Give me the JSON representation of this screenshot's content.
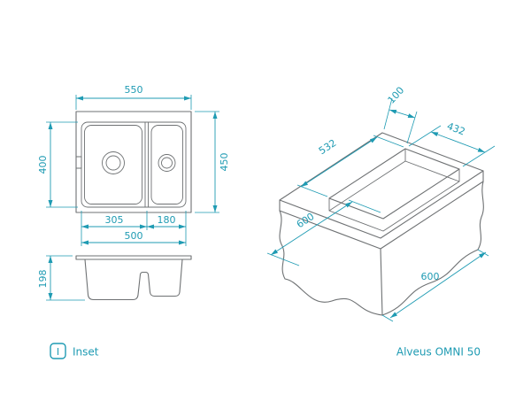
{
  "colors": {
    "accent": "#1f9bb3",
    "line": "#6e7173"
  },
  "top_view": {
    "dim_width": "550",
    "dim_height": "450",
    "dim_inner_height": "400",
    "dim_bowl_left": "305",
    "dim_bowl_right": "180",
    "dim_inner_width": "500"
  },
  "side_view": {
    "dim_depth": "198"
  },
  "iso_view": {
    "dim_cutout_width": "532",
    "dim_edge_offset": "100",
    "dim_cutout_depth": "432",
    "dim_cabinet_width": "600",
    "dim_cabinet_depth": "600"
  },
  "footer": {
    "inset_icon_letter": "I",
    "inset_label": "Inset",
    "product_label": "Alveus OMNI 50"
  }
}
